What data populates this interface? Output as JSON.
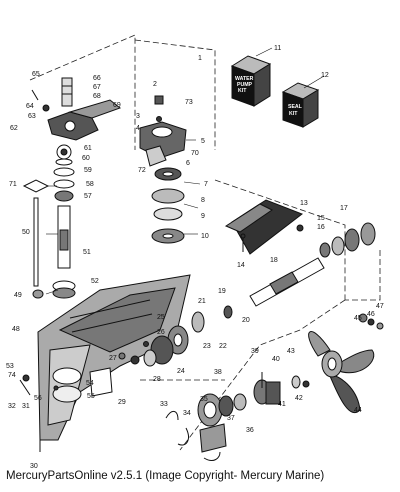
{
  "caption": "MercuryPartsOnline v2.5.1 (Image Copyright- Mercury Marine)",
  "kits": {
    "water_pump": [
      "WATER",
      "PUMP",
      "KIT"
    ],
    "seal": [
      "SEAL",
      "KIT"
    ]
  },
  "callouts": [
    "1",
    "2",
    "3",
    "4",
    "5",
    "6",
    "7",
    "8",
    "9",
    "10",
    "11",
    "12",
    "13",
    "14",
    "15",
    "16",
    "17",
    "18",
    "19",
    "20",
    "21",
    "22",
    "23",
    "24",
    "25",
    "26",
    "27",
    "28",
    "29",
    "30",
    "31",
    "32",
    "33",
    "34",
    "35",
    "36",
    "37",
    "38",
    "39",
    "40",
    "41",
    "42",
    "43",
    "44",
    "45",
    "46",
    "47",
    "48",
    "49",
    "50",
    "51",
    "52",
    "53",
    "54",
    "55",
    "56",
    "57",
    "58",
    "59",
    "60",
    "61",
    "62",
    "63",
    "64",
    "65",
    "66",
    "67",
    "68",
    "69",
    "70",
    "71",
    "72",
    "73",
    "74"
  ]
}
